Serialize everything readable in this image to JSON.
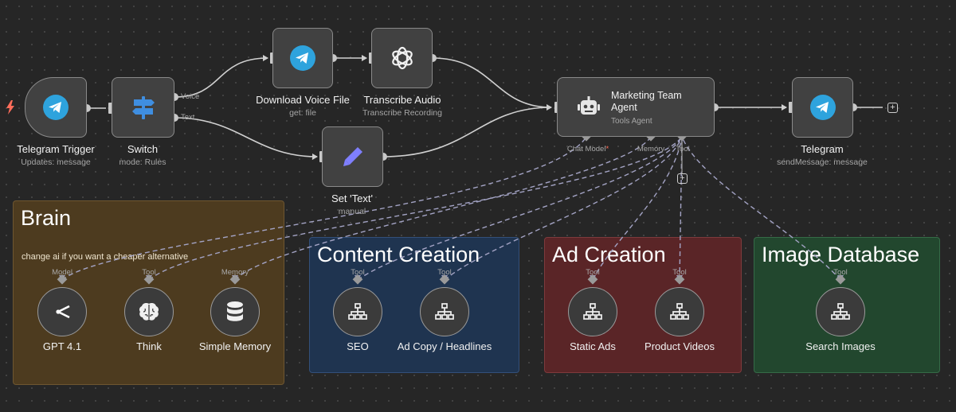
{
  "colors": {
    "canvas": "#262626",
    "node_fill": "#414141",
    "node_border": "#8a8a8a",
    "telegram_blue": "#2ea3dd",
    "accent_purple": "#7f7fff",
    "trigger_bolt": "#ff6d5a",
    "brain_sticky": "#4d3b1f",
    "content_sticky": "#1f3450",
    "ad_sticky": "#5a2527",
    "image_sticky": "#22472e"
  },
  "stickies": {
    "brain": {
      "title": "Brain",
      "note": "change ai if you want a cheaper alternative"
    },
    "content": {
      "title": "Content Creation"
    },
    "ad": {
      "title": "Ad Creation"
    },
    "image": {
      "title": "Image Database"
    }
  },
  "nodes": {
    "telegram_trigger": {
      "name": "Telegram Trigger",
      "sub": "Updates: message",
      "icon": "telegram-icon"
    },
    "switch": {
      "name": "Switch",
      "sub": "mode: Rules",
      "icon": "signpost-icon",
      "outputs": [
        "Voice",
        "Text"
      ]
    },
    "download_voice": {
      "name": "Download Voice File",
      "sub": "get: file",
      "icon": "telegram-icon"
    },
    "transcribe": {
      "name": "Transcribe Audio",
      "sub": "Transcribe Recording",
      "icon": "openai-icon"
    },
    "set_text": {
      "name": "Set 'Text'",
      "sub": "manual",
      "icon": "pencil-icon"
    },
    "agent": {
      "name": "Marketing Team Agent",
      "sub": "Tools Agent",
      "icon": "robot-icon",
      "ports": {
        "chat_model": "Chat Model",
        "required_mark": "*",
        "memory": "Memory",
        "tool": "Tool"
      }
    },
    "telegram_send": {
      "name": "Telegram",
      "sub": "sendMessage: message",
      "icon": "telegram-icon"
    },
    "gpt": {
      "name": "GPT 4.1",
      "port": "Model",
      "icon": "openai-router-icon"
    },
    "think": {
      "name": "Think",
      "port": "Tool",
      "icon": "brain-icon"
    },
    "memory": {
      "name": "Simple Memory",
      "port": "Memory",
      "icon": "database-icon"
    },
    "seo": {
      "name": "SEO",
      "port": "Tool",
      "icon": "workflow-icon"
    },
    "adcopy": {
      "name": "Ad Copy / Headlines",
      "port": "Tool",
      "icon": "workflow-icon"
    },
    "static_ads": {
      "name": "Static Ads",
      "port": "Tool",
      "icon": "workflow-icon"
    },
    "product_videos": {
      "name": "Product Videos",
      "port": "Tool",
      "icon": "workflow-icon"
    },
    "search_images": {
      "name": "Search Images",
      "port": "Tool",
      "icon": "workflow-icon"
    }
  },
  "add_button": "+"
}
